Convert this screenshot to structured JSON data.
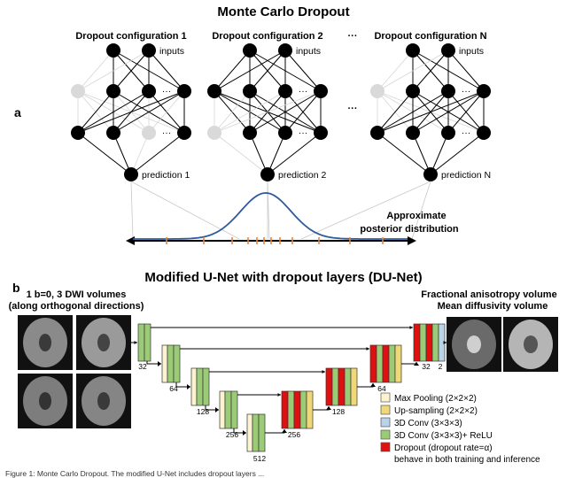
{
  "part_a": {
    "panel_label": "a",
    "title": "Monte Carlo Dropout",
    "configs": [
      {
        "label": "Dropout configuration 1",
        "prediction": "prediction 1"
      },
      {
        "label": "Dropout configuration 2",
        "prediction": "prediction 2"
      },
      {
        "label": "Dropout configuration N",
        "prediction": "prediction N"
      }
    ],
    "inputs_label": "inputs",
    "ellipsis_top": "···",
    "ellipsis_mid": "···",
    "distribution_label_1": "Approximate",
    "distribution_label_2": "posterior distribution"
  },
  "part_b": {
    "panel_label": "b",
    "title": "Modified U-Net with dropout layers (DU-Net)",
    "input_label_1": "1 b=0, 3 DWI volumes",
    "input_label_2": "(along orthogonal directions)",
    "output_label_1": "Fractional anisotropy volume",
    "output_label_2": "Mean diffusivity volume",
    "channel_labels": [
      "32",
      "64",
      "128",
      "256",
      "512",
      "256",
      "128",
      "64",
      "32",
      "2"
    ],
    "legend": [
      {
        "label": "Max Pooling (2×2×2)",
        "color": "#fdf3d0"
      },
      {
        "label": "Up-sampling (2×2×2)",
        "color": "#f0d879"
      },
      {
        "label": "3D Conv (3×3×3)",
        "color": "#b9d3e8"
      },
      {
        "label": "3D Conv (3×3×3)+ ReLU",
        "color": "#9ccb78"
      },
      {
        "label": "Dropout (dropout rate=α)",
        "color": "#e01010"
      }
    ],
    "legend_note": "behave in both training and inference"
  },
  "caption_fragment": "Figure 1: Monte Carlo Dropout. The modified U-Net includes dropout layers ...",
  "colors": {
    "node_active": "#000000",
    "node_dropped": "#d9d9d9",
    "curve": "#2e5b9a",
    "tick": "#e8833a",
    "conv_relu": "#9ccb78",
    "dropout": "#e01010",
    "upsample": "#f0d879",
    "maxpool": "#fdf3d0",
    "conv": "#b9d3e8"
  }
}
